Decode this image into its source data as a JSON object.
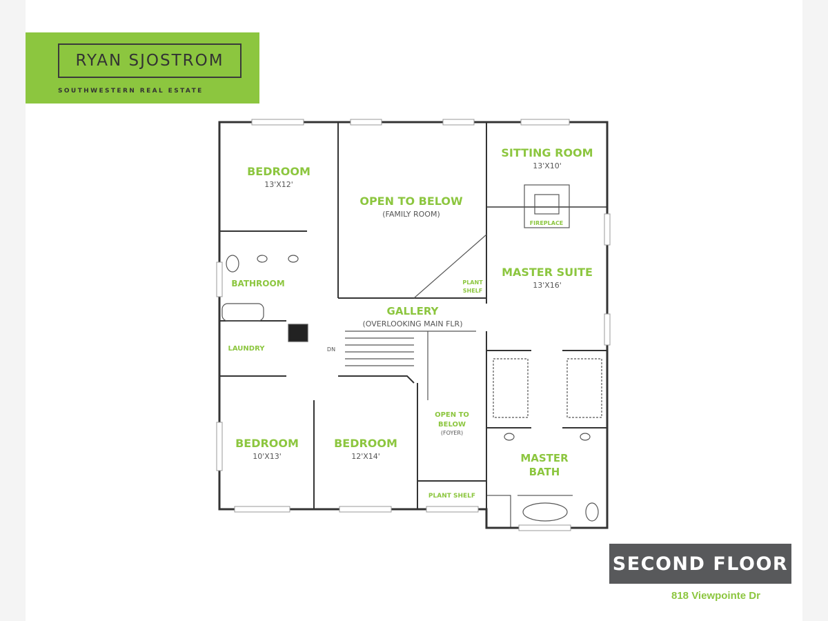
{
  "brand": {
    "name": "RYAN SJOSTROM",
    "tagline": "SOUTHWESTERN REAL ESTATE",
    "accent_color": "#8cc63f"
  },
  "floor_title": "SECOND FLOOR",
  "address": "818 Viewpointe Dr",
  "rooms": {
    "bedroom_nw": {
      "name": "BEDROOM",
      "size": "13'X12'"
    },
    "open_family": {
      "name": "OPEN TO BELOW",
      "sub": "(FAMILY ROOM)"
    },
    "sitting": {
      "name": "SITTING ROOM",
      "size": "13'X10'"
    },
    "fireplace": "FIREPLACE",
    "master_suite": {
      "name": "MASTER SUITE",
      "size": "13'X16'"
    },
    "plant_shelf_1": {
      "line1": "PLANT",
      "line2": "SHELF"
    },
    "bathroom": "BATHROOM",
    "gallery": {
      "name": "GALLERY",
      "sub": "(OVERLOOKING MAIN FLR)"
    },
    "laundry": "LAUNDRY",
    "stair": "DN",
    "bedroom_sw": {
      "name": "BEDROOM",
      "size": "10'X13'"
    },
    "bedroom_s": {
      "name": "BEDROOM",
      "size": "12'X14'"
    },
    "open_foyer": {
      "line1": "OPEN TO",
      "line2": "BELOW",
      "sub": "(FOYER)"
    },
    "plant_shelf_2": "PLANT SHELF",
    "master_bath": {
      "line1": "MASTER",
      "line2": "BATH"
    }
  }
}
